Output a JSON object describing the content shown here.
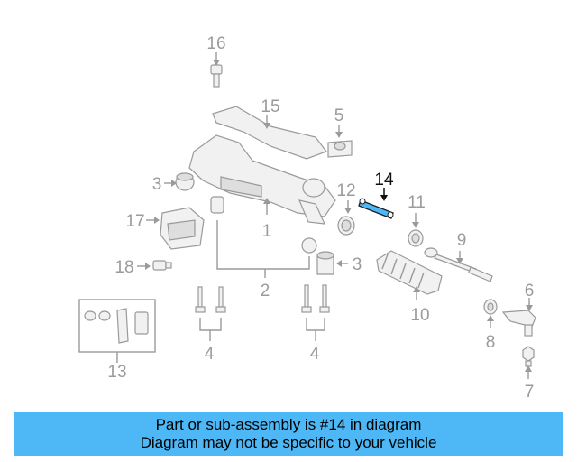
{
  "labels": {
    "c1": "1",
    "c2": "2",
    "c3a": "3",
    "c3b": "3",
    "c4a": "4",
    "c4b": "4",
    "c5": "5",
    "c6": "6",
    "c7": "7",
    "c8": "8",
    "c9": "9",
    "c10": "10",
    "c11": "11",
    "c12": "12",
    "c13": "13",
    "c14": "14",
    "c15": "15",
    "c16": "16",
    "c17": "17",
    "c18": "18"
  },
  "highlight": {
    "callout": "14",
    "color": "#4db8f5"
  },
  "banner": {
    "line1": "Part or sub-assembly is #14 in diagram",
    "line2": "Diagram may not be specific to your vehicle",
    "background": "#4db8f5"
  }
}
